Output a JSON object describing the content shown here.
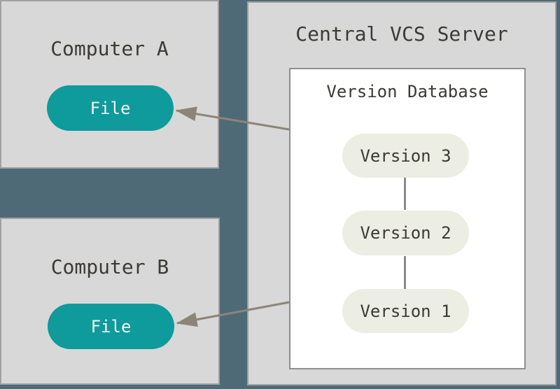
{
  "colors": {
    "background": "#4e6a76",
    "panel_fill": "#d8d8d8",
    "panel_border": "#a1a1a1",
    "db_fill": "#ffffff",
    "db_border": "#8f8f8f",
    "file_pill_fill": "#0f9a9c",
    "file_pill_text": "#f4f6f5",
    "version_pill_fill": "#ecede3",
    "text_dark": "#3b3a35",
    "arrow": "#8d8478",
    "connector": "#767470"
  },
  "computer_a": {
    "title": "Computer A",
    "file_label": "File"
  },
  "computer_b": {
    "title": "Computer B",
    "file_label": "File"
  },
  "server": {
    "title": "Central VCS Server",
    "database": {
      "title": "Version Database",
      "versions": [
        "Version 3",
        "Version 2",
        "Version 1"
      ]
    }
  }
}
